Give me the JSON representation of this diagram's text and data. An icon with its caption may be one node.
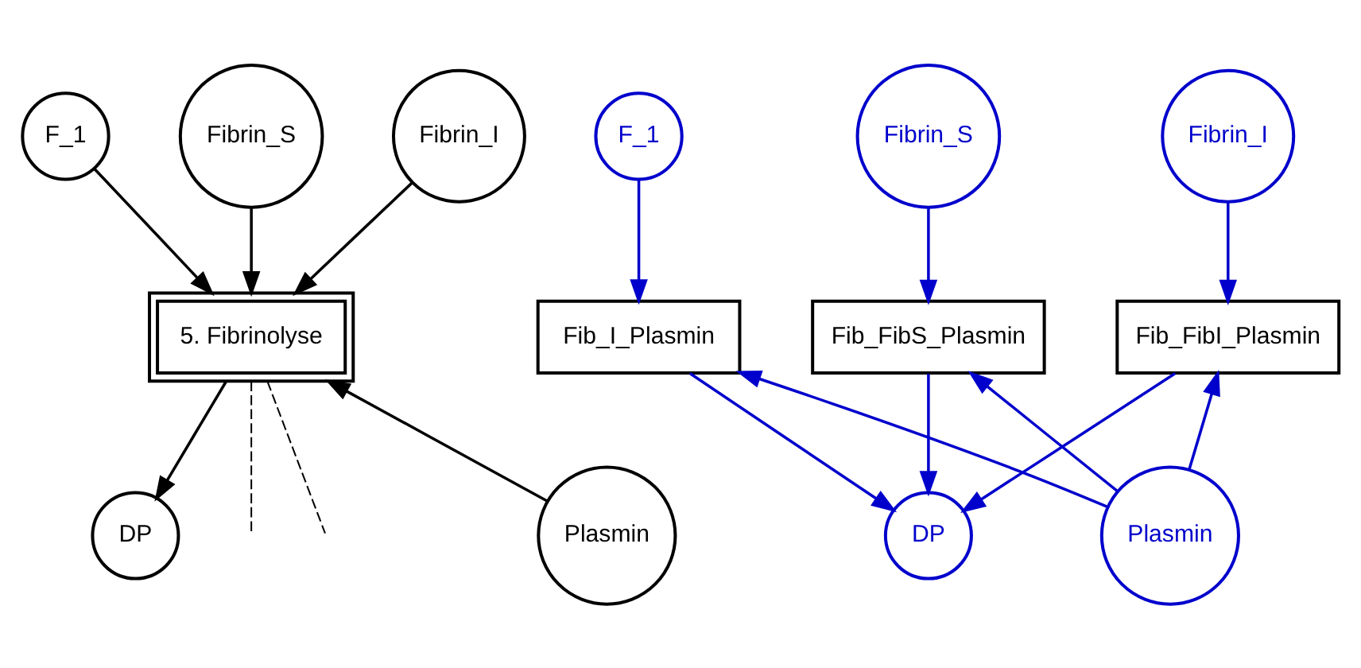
{
  "diagram": {
    "nodes": [
      {
        "text": [
          "F_1"
        ]
      },
      {
        "text": [
          "Fibrin_S"
        ]
      },
      {
        "text": [
          "Fibrin_I"
        ]
      },
      {
        "text": [
          "5. Fibrinolyse"
        ]
      },
      {
        "text": [
          "Plasmin"
        ]
      },
      {
        "text": [
          "DP"
        ]
      },
      {
        "text": [
          "F_1"
        ]
      },
      {
        "text": [
          "Fibrin_S"
        ]
      },
      {
        "text": [
          "Fibrin_I"
        ]
      },
      {
        "text": [
          "Fib_FibI_Plasmin"
        ]
      },
      {
        "text": [
          "Fib_FibS_Plasmin"
        ]
      },
      {
        "text": [
          "Fib_I_Plasmin"
        ]
      },
      {
        "text": [
          "Plasmin"
        ]
      },
      {
        "text": [
          "DP"
        ]
      }
    ],
    "edges": [
      {
        "from": 0,
        "to": 3,
        "arrow": "to",
        "color": "#000000"
      },
      {
        "from": 1,
        "to": 3,
        "arrow": "to",
        "color": "#000000"
      },
      {
        "from": 2,
        "to": 3,
        "arrow": "to",
        "color": "#000000"
      },
      {
        "from": 4,
        "to": 3,
        "arrow": "to",
        "color": "#000000"
      },
      {
        "from": 3,
        "to": 5,
        "arrow": "to",
        "color": "#000000"
      },
      {
        "from": 3,
        "to": null,
        "arrow": "none",
        "style": "dashed",
        "color": "#000000"
      },
      {
        "from": 3,
        "to": null,
        "arrow": "none",
        "style": "dashed",
        "color": "#000000"
      },
      {
        "from": 6,
        "to": 11,
        "arrow": "to"
      },
      {
        "from": 7,
        "to": 10,
        "arrow": "to"
      },
      {
        "from": 8,
        "to": 9,
        "arrow": "to"
      },
      {
        "from": 12,
        "to": 11,
        "arrow": "to"
      },
      {
        "from": 12,
        "to": 10,
        "arrow": "to"
      },
      {
        "from": 12,
        "to": 9,
        "arrow": "to"
      },
      {
        "from": 11,
        "to": 13,
        "arrow": "to"
      },
      {
        "from": 10,
        "to": 13,
        "arrow": "to"
      },
      {
        "from": 9,
        "to": 13,
        "arrow": "to"
      }
    ]
  }
}
